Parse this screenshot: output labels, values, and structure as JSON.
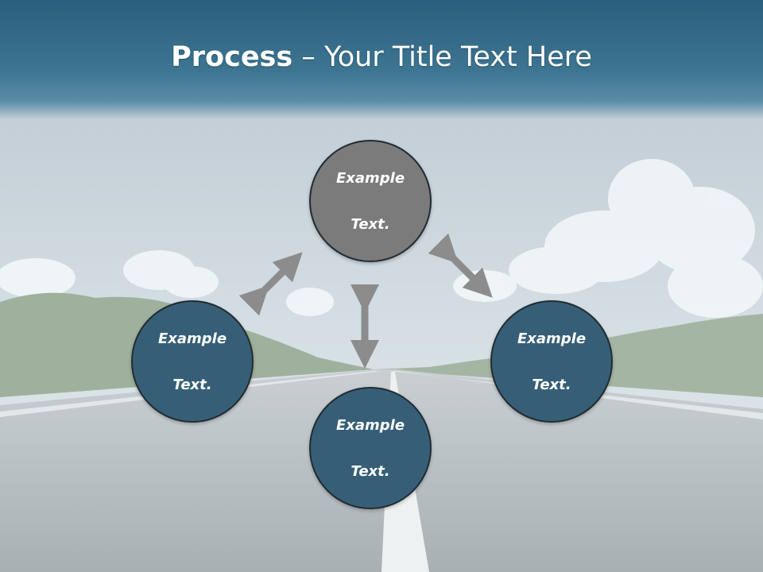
{
  "title": {
    "bold": "Process",
    "separator": " – ",
    "rest": "Your Title Text Here"
  },
  "colors": {
    "title_bar": "#2f6581",
    "node_top": "#7a7a7a",
    "node_blue": "#355f77",
    "arrow": "#8c8c8c"
  },
  "nodes": {
    "top": {
      "line1": "Example",
      "line2": "Text."
    },
    "left": {
      "line1": "Example",
      "line2": "Text."
    },
    "right": {
      "line1": "Example",
      "line2": "Text."
    },
    "bottom": {
      "line1": "Example",
      "line2": "Text."
    }
  },
  "arrows": [
    "double-arrow-icon",
    "double-arrow-icon",
    "double-arrow-icon"
  ]
}
